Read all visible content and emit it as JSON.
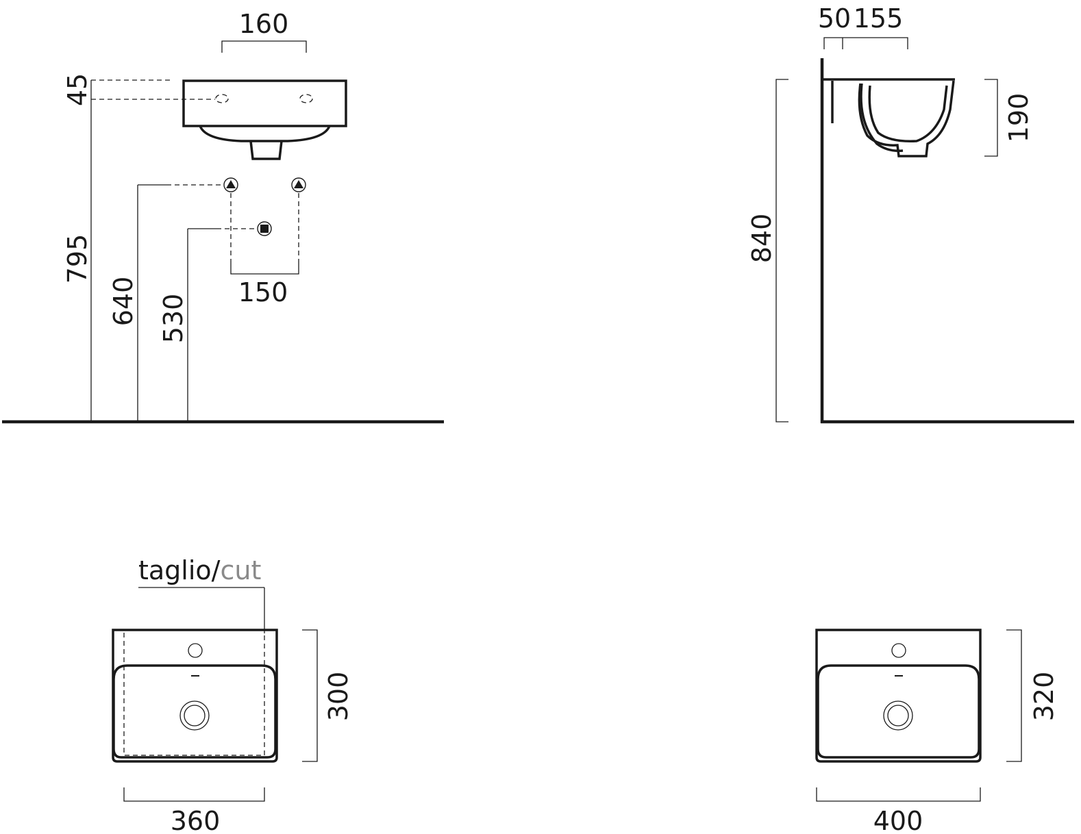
{
  "front_view": {
    "dims": {
      "width_top": "160",
      "offset": "45",
      "height_rim": "795",
      "height_supply": "640",
      "height_waste": "530",
      "supply_spacing": "150"
    }
  },
  "side_view": {
    "dims": {
      "wall_gap": "50",
      "depth": "155",
      "height_basin": "190",
      "height_total": "840"
    }
  },
  "plan_cut": {
    "label_main": "taglio/",
    "label_accent": "cut",
    "dims": {
      "height": "300",
      "width": "360"
    }
  },
  "plan_full": {
    "dims": {
      "height": "320",
      "width": "400"
    }
  },
  "colors": {
    "line": "#1a1a1a",
    "accent": "#8a8a8a"
  }
}
